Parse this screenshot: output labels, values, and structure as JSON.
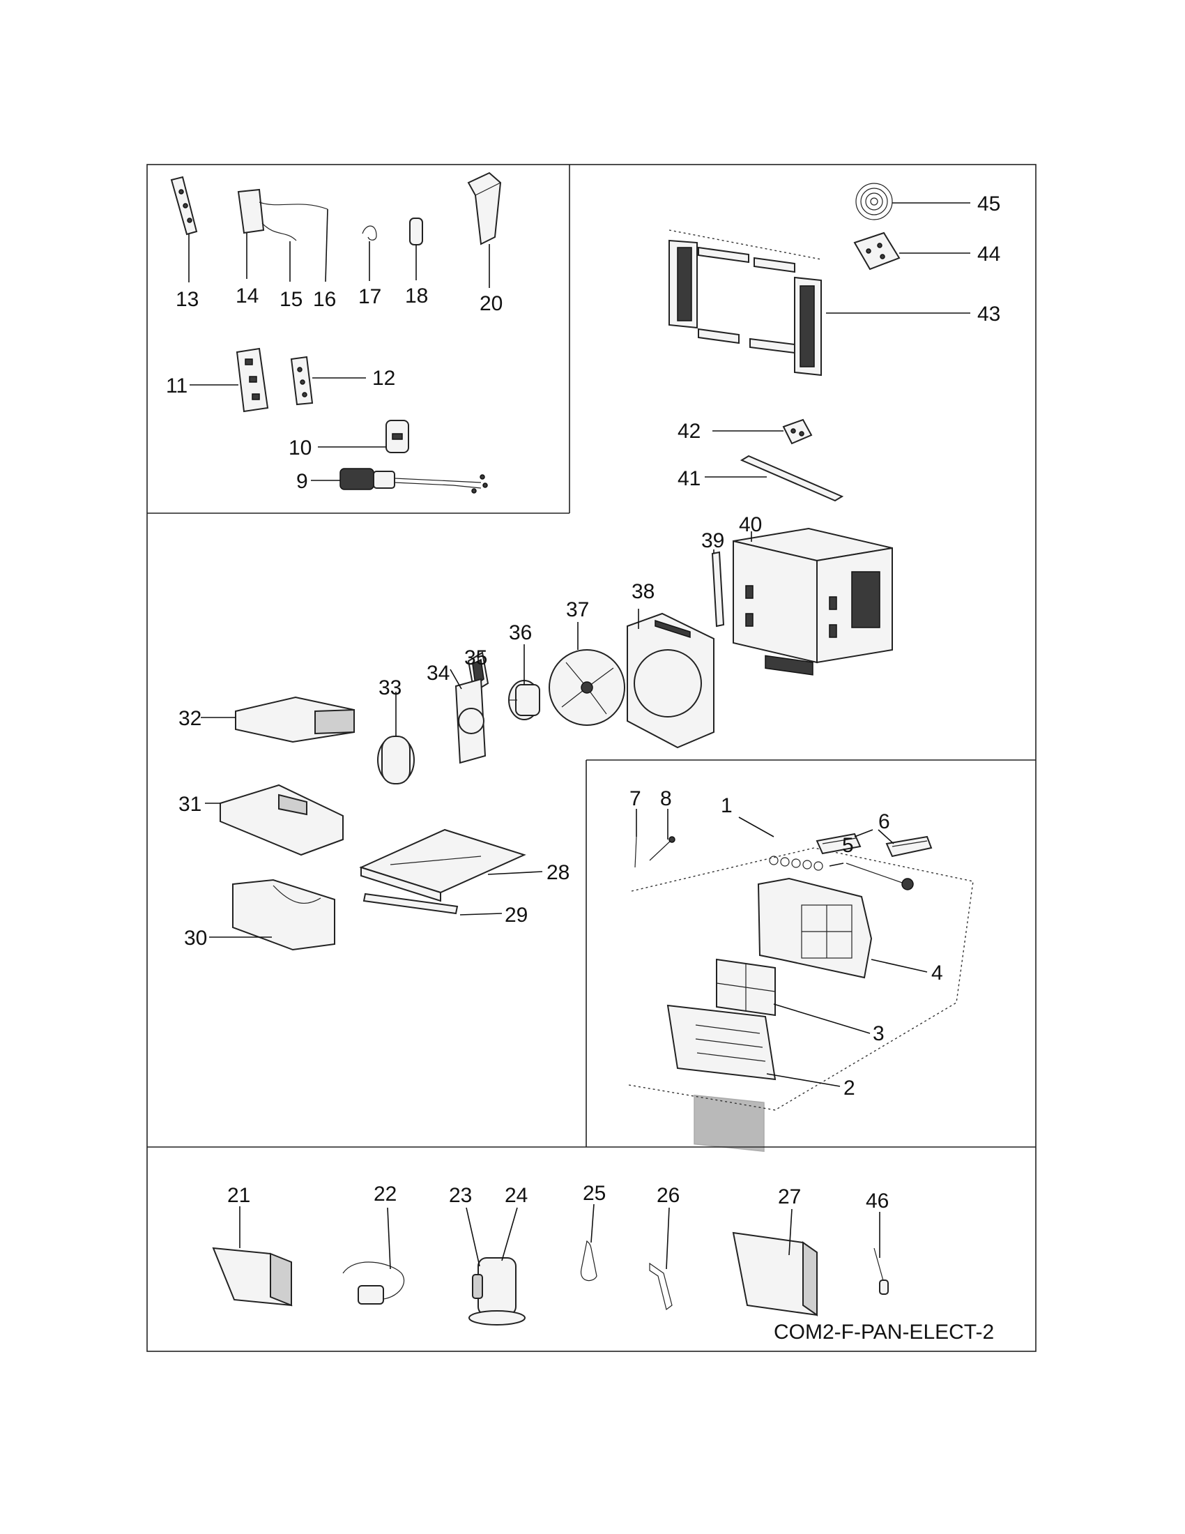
{
  "diagram_code": "COM2-F-PAN-ELECT-2",
  "callouts": [
    {
      "id": "13",
      "label": "13"
    },
    {
      "id": "14",
      "label": "14"
    },
    {
      "id": "15",
      "label": "15"
    },
    {
      "id": "16",
      "label": "16"
    },
    {
      "id": "17",
      "label": "17"
    },
    {
      "id": "18",
      "label": "18"
    },
    {
      "id": "20",
      "label": "20"
    },
    {
      "id": "11",
      "label": "11"
    },
    {
      "id": "12",
      "label": "12"
    },
    {
      "id": "10",
      "label": "10"
    },
    {
      "id": "9",
      "label": "9"
    },
    {
      "id": "45",
      "label": "45"
    },
    {
      "id": "44",
      "label": "44"
    },
    {
      "id": "43",
      "label": "43"
    },
    {
      "id": "42",
      "label": "42"
    },
    {
      "id": "41",
      "label": "41"
    },
    {
      "id": "39",
      "label": "39"
    },
    {
      "id": "40",
      "label": "40"
    },
    {
      "id": "38",
      "label": "38"
    },
    {
      "id": "37",
      "label": "37"
    },
    {
      "id": "36",
      "label": "36"
    },
    {
      "id": "35",
      "label": "35"
    },
    {
      "id": "34",
      "label": "34"
    },
    {
      "id": "33",
      "label": "33"
    },
    {
      "id": "32",
      "label": "32"
    },
    {
      "id": "31",
      "label": "31"
    },
    {
      "id": "28",
      "label": "28"
    },
    {
      "id": "29",
      "label": "29"
    },
    {
      "id": "30",
      "label": "30"
    },
    {
      "id": "7",
      "label": "7"
    },
    {
      "id": "8",
      "label": "8"
    },
    {
      "id": "1",
      "label": "1"
    },
    {
      "id": "6",
      "label": "6"
    },
    {
      "id": "5",
      "label": "5"
    },
    {
      "id": "4",
      "label": "4"
    },
    {
      "id": "3",
      "label": "3"
    },
    {
      "id": "2",
      "label": "2"
    },
    {
      "id": "21",
      "label": "21"
    },
    {
      "id": "22",
      "label": "22"
    },
    {
      "id": "23",
      "label": "23"
    },
    {
      "id": "24",
      "label": "24"
    },
    {
      "id": "25",
      "label": "25"
    },
    {
      "id": "26",
      "label": "26"
    },
    {
      "id": "27",
      "label": "27"
    },
    {
      "id": "46",
      "label": "46"
    }
  ]
}
